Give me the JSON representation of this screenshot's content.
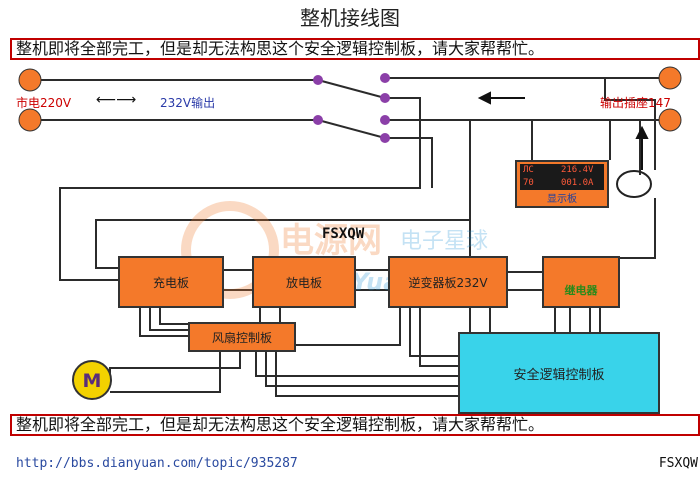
{
  "title": "整机接线图",
  "banner_text": "整机即将全部完工，但是却无法构思这个安全逻辑控制板，请大家帮帮忙。",
  "labels": {
    "mains": "市电220V",
    "arrow_both": "⟵⟶",
    "output_232": "232V输出",
    "output_socket": "输出插座147",
    "fsx_center": "FSXQW",
    "fsx_corner": "FSXQW",
    "url": "http://bbs.dianyuan.com/topic/935287"
  },
  "display_panel": {
    "line1_left": "ЛС",
    "line1_right": "216.4V",
    "line2_left": "70",
    "line2_right": "001.0A",
    "caption": "显示板"
  },
  "boards": {
    "charge": "充电板",
    "discharge": "放电板",
    "inverter": "逆变器板232V",
    "fan": "风扇控制板",
    "relay": "继电器",
    "safety": "安全逻辑控制板"
  },
  "motor": "M",
  "watermark": {
    "cn": "电源网",
    "cn2": "电子星球",
    "en": "DianYuan.com"
  },
  "colors": {
    "wire": "#2b2b2b",
    "terminal": "#f4792a",
    "switch_dot": "#8b3fa8",
    "board": "#f4792a",
    "safety": "#39d3ea",
    "motor": "#f3d200",
    "banner_border": "#c00000",
    "red_text": "#cc0000",
    "blue_text": "#2a3aa8"
  }
}
